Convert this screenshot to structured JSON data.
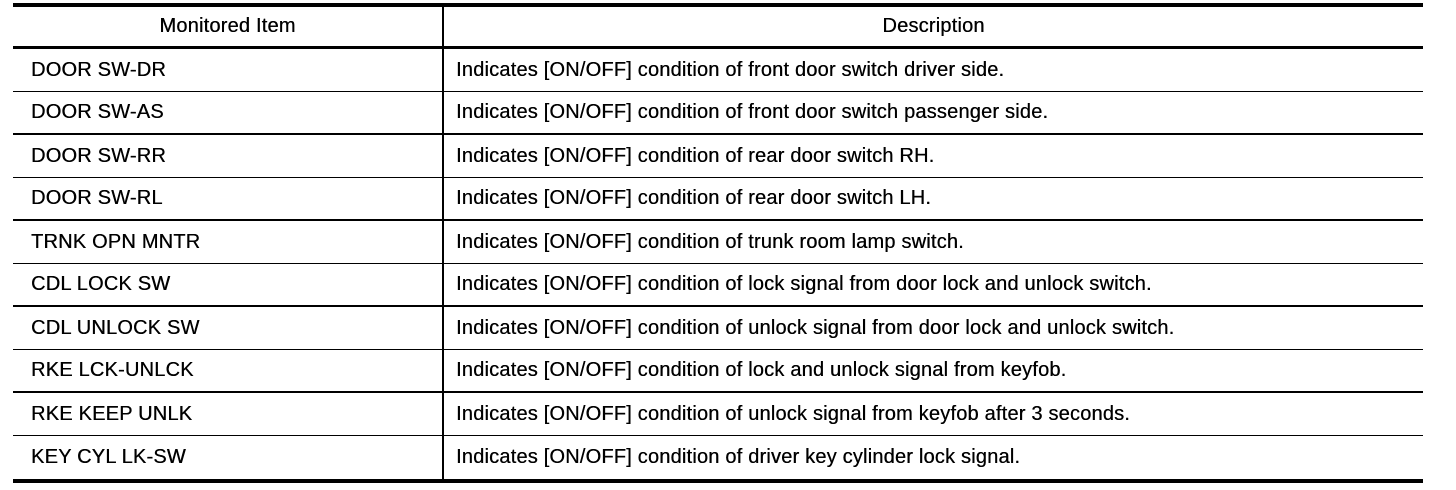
{
  "table": {
    "header": {
      "monitored_item": "Monitored Item",
      "description": "Description"
    },
    "rows": [
      {
        "item": "DOOR SW-DR",
        "description": "Indicates [ON/OFF] condition of front door switch driver side."
      },
      {
        "item": "DOOR SW-AS",
        "description": "Indicates [ON/OFF] condition of front door switch passenger side."
      },
      {
        "item": "DOOR SW-RR",
        "description": "Indicates [ON/OFF] condition of rear door switch RH."
      },
      {
        "item": "DOOR SW-RL",
        "description": "Indicates [ON/OFF] condition of rear door switch LH."
      },
      {
        "item": "TRNK OPN MNTR",
        "description": "Indicates [ON/OFF] condition of trunk room lamp switch."
      },
      {
        "item": "CDL LOCK SW",
        "description": "Indicates [ON/OFF] condition of lock signal from door lock and unlock switch."
      },
      {
        "item": "CDL UNLOCK SW",
        "description": "Indicates [ON/OFF] condition of unlock signal from door lock and unlock switch."
      },
      {
        "item": "RKE LCK-UNLCK",
        "description": "Indicates [ON/OFF] condition of lock and unlock signal from keyfob."
      },
      {
        "item": "RKE KEEP UNLK",
        "description": "Indicates [ON/OFF] condition of unlock signal from keyfob after 3 seconds."
      },
      {
        "item": "KEY CYL LK-SW",
        "description": "Indicates [ON/OFF] condition of driver key cylinder lock signal."
      }
    ],
    "line_color": "#000000",
    "background_color": "#ffffff"
  }
}
